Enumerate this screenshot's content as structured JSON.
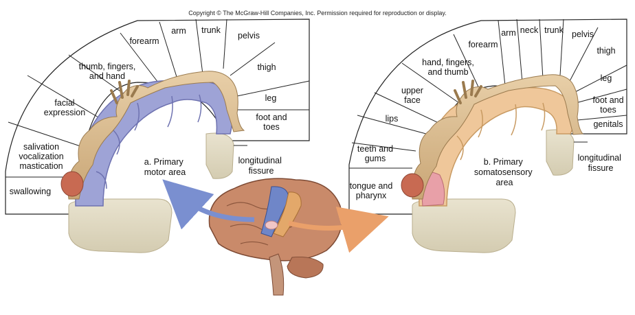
{
  "copyright": "Copyright © The McGraw-Hill Companies, Inc. Permission required for reproduction or display.",
  "motor": {
    "title_lines": [
      "a. Primary",
      "motor area"
    ],
    "fissure_lines": [
      "longitudinal",
      "fissure"
    ],
    "labels": [
      {
        "lines": [
          "swallowing"
        ]
      },
      {
        "lines": [
          "salivation",
          "vocalization",
          "mastication"
        ]
      },
      {
        "lines": [
          "facial",
          "expression"
        ]
      },
      {
        "lines": [
          "thumb, fingers,",
          "and hand"
        ]
      },
      {
        "lines": [
          "forearm"
        ]
      },
      {
        "lines": [
          "arm"
        ]
      },
      {
        "lines": [
          "trunk"
        ]
      },
      {
        "lines": [
          "pelvis"
        ]
      },
      {
        "lines": [
          "thigh"
        ]
      },
      {
        "lines": [
          "leg"
        ]
      },
      {
        "lines": [
          "foot and",
          "toes"
        ]
      }
    ],
    "colors": {
      "cortex": "#9ea3d6",
      "cortex_edge": "#6e72b0"
    }
  },
  "sensory": {
    "title_lines": [
      "b. Primary",
      "somatosensory",
      "area"
    ],
    "fissure_lines": [
      "longitudinal",
      "fissure"
    ],
    "labels": [
      {
        "lines": [
          "tongue and",
          "pharynx"
        ]
      },
      {
        "lines": [
          "teeth and",
          "gums"
        ]
      },
      {
        "lines": [
          "lips"
        ]
      },
      {
        "lines": [
          "upper",
          "face"
        ]
      },
      {
        "lines": [
          "hand, fingers,",
          "and thumb"
        ]
      },
      {
        "lines": [
          "forearm"
        ]
      },
      {
        "lines": [
          "arm"
        ]
      },
      {
        "lines": [
          "neck"
        ]
      },
      {
        "lines": [
          "trunk"
        ]
      },
      {
        "lines": [
          "pelvis"
        ]
      },
      {
        "lines": [
          "thigh"
        ]
      },
      {
        "lines": [
          "leg"
        ]
      },
      {
        "lines": [
          "foot and",
          "toes"
        ]
      },
      {
        "lines": [
          "genitals"
        ]
      }
    ],
    "colors": {
      "cortex": "#efc79a",
      "cortex_edge": "#c89a62"
    }
  },
  "brain": {
    "colors": {
      "brain": "#c98a6a",
      "motor_strip": "#6f86c8",
      "sensory_strip": "#e3a86a",
      "arrow_left": "#7a8fd0",
      "arrow_right": "#eaa06a"
    }
  }
}
